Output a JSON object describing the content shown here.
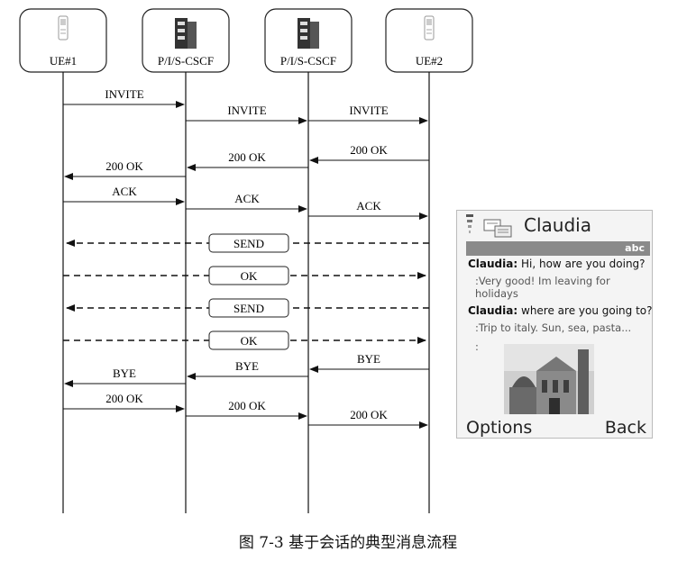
{
  "entities": [
    {
      "id": "ue1",
      "label": "UE#1",
      "icon": "mobile-phone-icon"
    },
    {
      "id": "cscf1",
      "label": "P/I/S-CSCF",
      "icon": "server-icon"
    },
    {
      "id": "cscf2",
      "label": "P/I/S-CSCF",
      "icon": "server-icon"
    },
    {
      "id": "ue2",
      "label": "UE#2",
      "icon": "mobile-phone-icon"
    }
  ],
  "messages": [
    {
      "label": "INVITE",
      "from": "ue1",
      "to": "cscf1"
    },
    {
      "label": "INVITE",
      "from": "cscf1",
      "to": "cscf2"
    },
    {
      "label": "INVITE",
      "from": "cscf2",
      "to": "ue2"
    },
    {
      "label": "200 OK",
      "from": "ue2",
      "to": "cscf2"
    },
    {
      "label": "200 OK",
      "from": "cscf2",
      "to": "cscf1"
    },
    {
      "label": "200 OK",
      "from": "cscf1",
      "to": "ue1"
    },
    {
      "label": "ACK",
      "from": "ue1",
      "to": "cscf1"
    },
    {
      "label": "ACK",
      "from": "cscf1",
      "to": "cscf2"
    },
    {
      "label": "ACK",
      "from": "cscf2",
      "to": "ue2"
    },
    {
      "label": "BYE",
      "from": "ue2",
      "to": "cscf2"
    },
    {
      "label": "BYE",
      "from": "cscf2",
      "to": "cscf1"
    },
    {
      "label": "BYE",
      "from": "cscf1",
      "to": "ue1"
    },
    {
      "label": "200 OK",
      "from": "ue1",
      "to": "cscf1"
    },
    {
      "label": "200 OK",
      "from": "cscf1",
      "to": "cscf2"
    },
    {
      "label": "200 OK",
      "from": "cscf2",
      "to": "ue2"
    }
  ],
  "session_messages": [
    {
      "label": "SEND",
      "direction": "to-ue1"
    },
    {
      "label": "OK",
      "direction": "to-ue2"
    },
    {
      "label": "SEND",
      "direction": "to-ue1"
    },
    {
      "label": "OK",
      "direction": "to-ue2"
    }
  ],
  "phone_screen": {
    "contact": "Claudia",
    "input_mode": "abc",
    "chat": [
      {
        "sender": "Claudia:",
        "text": "Hi, how are you doing?"
      },
      {
        "reply_line1": ":Very good! Im leaving for",
        "reply_line2": "holidays"
      },
      {
        "sender": "Claudia:",
        "text": "where are you going to?"
      },
      {
        "reply_line1": ":Trip to italy. Sun, sea, pasta..."
      },
      {
        "reply_line1": ":"
      }
    ],
    "left_softkey": "Options",
    "right_softkey": "Back",
    "photo_icon": "cathedral-photo-icon"
  },
  "caption": "图 7-3   基于会话的典型消息流程"
}
